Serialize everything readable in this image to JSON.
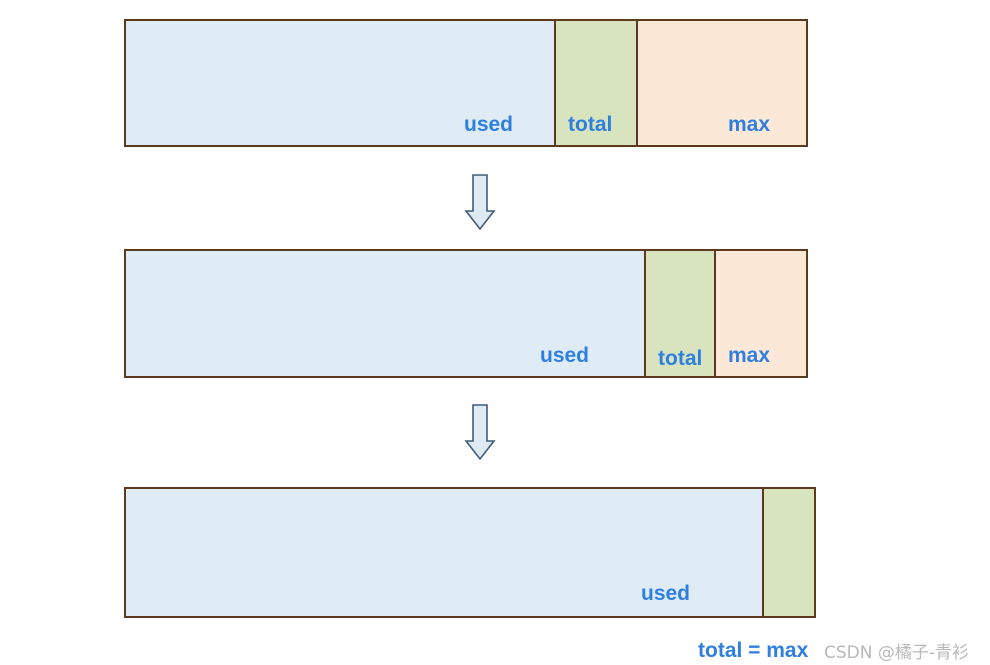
{
  "labels": {
    "used": "used",
    "total": "total",
    "max": "max",
    "total_eq_max": "total = max"
  },
  "watermark": "CSDN @橘子-青衫",
  "colors": {
    "used_fill": "#dfecf5",
    "total_fill": "#d7e4bd",
    "max_fill": "#fbe8d6",
    "border": "#5b3a1e",
    "label_text": "#2f7fe0",
    "arrow_fill": "#dfe9f2",
    "arrow_stroke": "#3e5d7c"
  },
  "icons": [
    "down-arrow-icon",
    "down-arrow-icon"
  ]
}
